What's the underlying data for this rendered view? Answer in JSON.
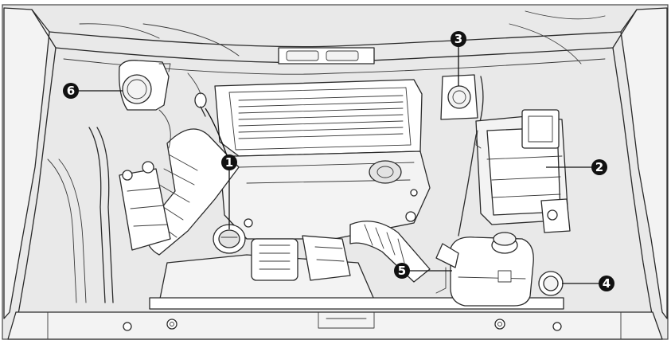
{
  "callouts": [
    {
      "label": "1",
      "component": "engine-oil-filler-cap"
    },
    {
      "label": "2",
      "component": "battery"
    },
    {
      "label": "3",
      "component": "brake-fluid-reservoir"
    },
    {
      "label": "4",
      "component": "windscreen-washer-reservoir"
    },
    {
      "label": "5",
      "component": "engine-coolant-expansion-tank"
    },
    {
      "label": "6",
      "component": "power-steering-reservoir"
    }
  ],
  "colors": {
    "background": "#ffffff",
    "panel_background": "#e9e9e9",
    "line": "#2a2a2a",
    "callout_fill": "#111111",
    "callout_text": "#ffffff"
  }
}
